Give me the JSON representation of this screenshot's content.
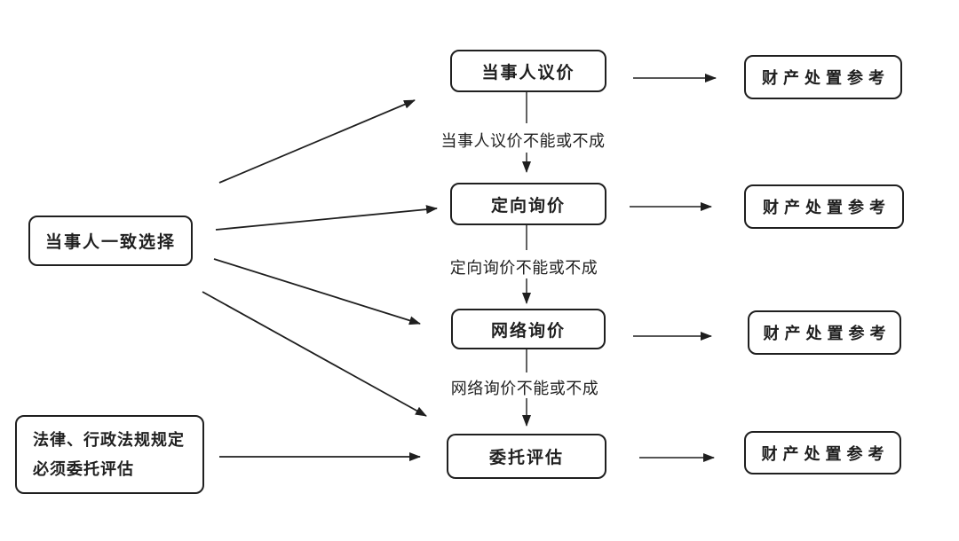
{
  "diagram": {
    "colors": {
      "bg": "#ffffff",
      "ink": "#1f1f1f",
      "line": "#1f1f1f"
    },
    "nodes": {
      "party_choice": {
        "label": "当事人一致选择"
      },
      "legal_requirement": {
        "lines": [
          "法律、行政法规规定",
          "必须委托评估"
        ]
      },
      "party_negotiation": {
        "label": "当事人议价"
      },
      "directed_inquiry": {
        "label": "定向询价"
      },
      "network_inquiry": {
        "label": "网络询价"
      },
      "entrusted_appraisal": {
        "label": "委托评估"
      },
      "references": [
        {
          "label": "财产处置参考"
        },
        {
          "label": "财产处置参考"
        },
        {
          "label": "财产处置参考"
        },
        {
          "label": "财产处置参考"
        }
      ]
    },
    "edge_labels": [
      {
        "text": "当事人议价不能或不成"
      },
      {
        "text": "定向询价不能或不成"
      },
      {
        "text": "网络询价不能或不成"
      }
    ]
  }
}
